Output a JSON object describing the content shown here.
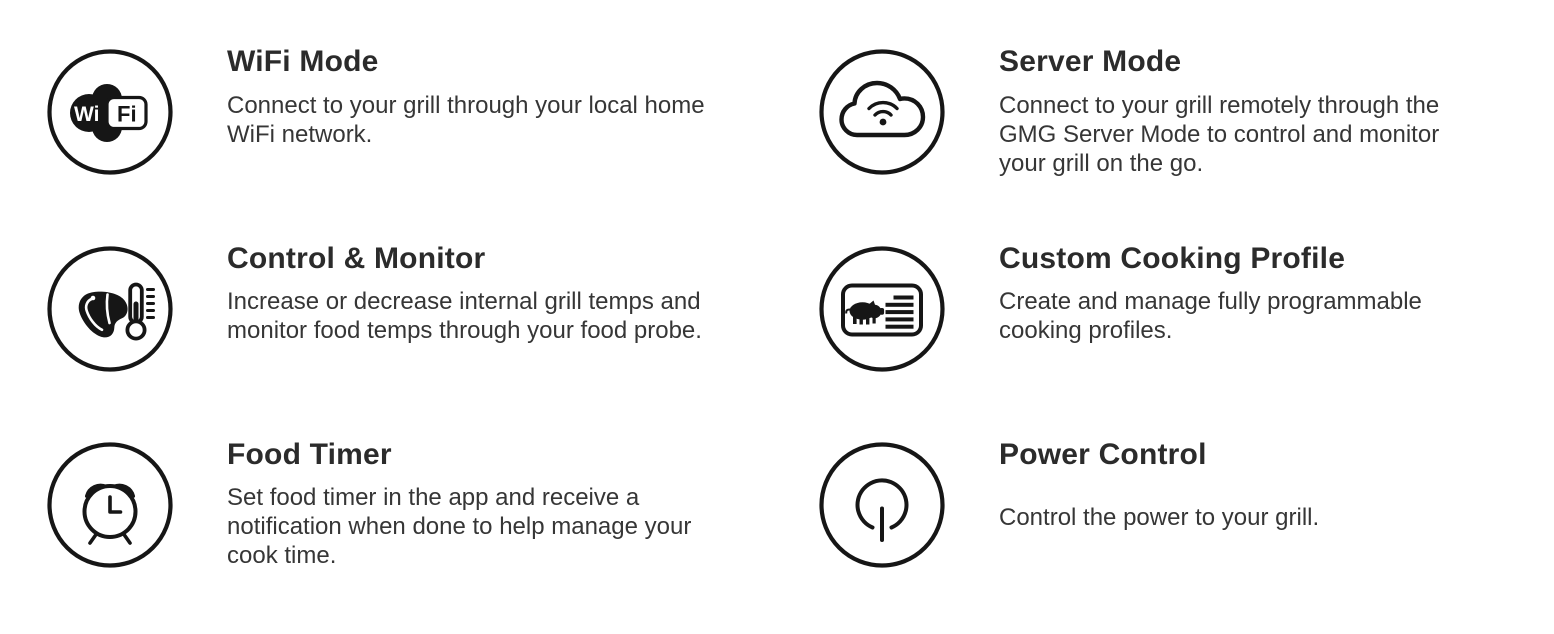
{
  "page": {
    "background": "#ffffff"
  },
  "colors": {
    "title_text": "#2b2b2b",
    "body_text": "#363636",
    "icon_stroke": "#161616",
    "icon_fill": "#ffffff"
  },
  "features": [
    {
      "id": "wifi-mode",
      "icon": "wifi-logo-icon",
      "icon_text": {
        "wi": "Wi",
        "fi": "Fi"
      },
      "title": "WiFi Mode",
      "description": "Connect to your grill through your local home WiFi network."
    },
    {
      "id": "server-mode",
      "icon": "cloud-wifi-icon",
      "title": "Server Mode",
      "description": "Connect to your grill remotely through the GMG Server Mode to control and monitor your grill on the go."
    },
    {
      "id": "control-monitor",
      "icon": "steak-thermometer-icon",
      "title": "Control & Monitor",
      "description": "Increase or decrease internal grill temps and monitor food temps through your food probe."
    },
    {
      "id": "custom-cooking-profile",
      "icon": "cooking-profile-card-icon",
      "title": "Custom Cooking Profile",
      "description": "Create and manage fully programmable cooking profiles."
    },
    {
      "id": "food-timer",
      "icon": "alarm-clock-icon",
      "title": "Food Timer",
      "description": "Set food timer in the app and receive a notification when done to help manage your cook time."
    },
    {
      "id": "power-control",
      "icon": "power-button-icon",
      "title": "Power Control",
      "description": "Control the power to your grill."
    }
  ]
}
